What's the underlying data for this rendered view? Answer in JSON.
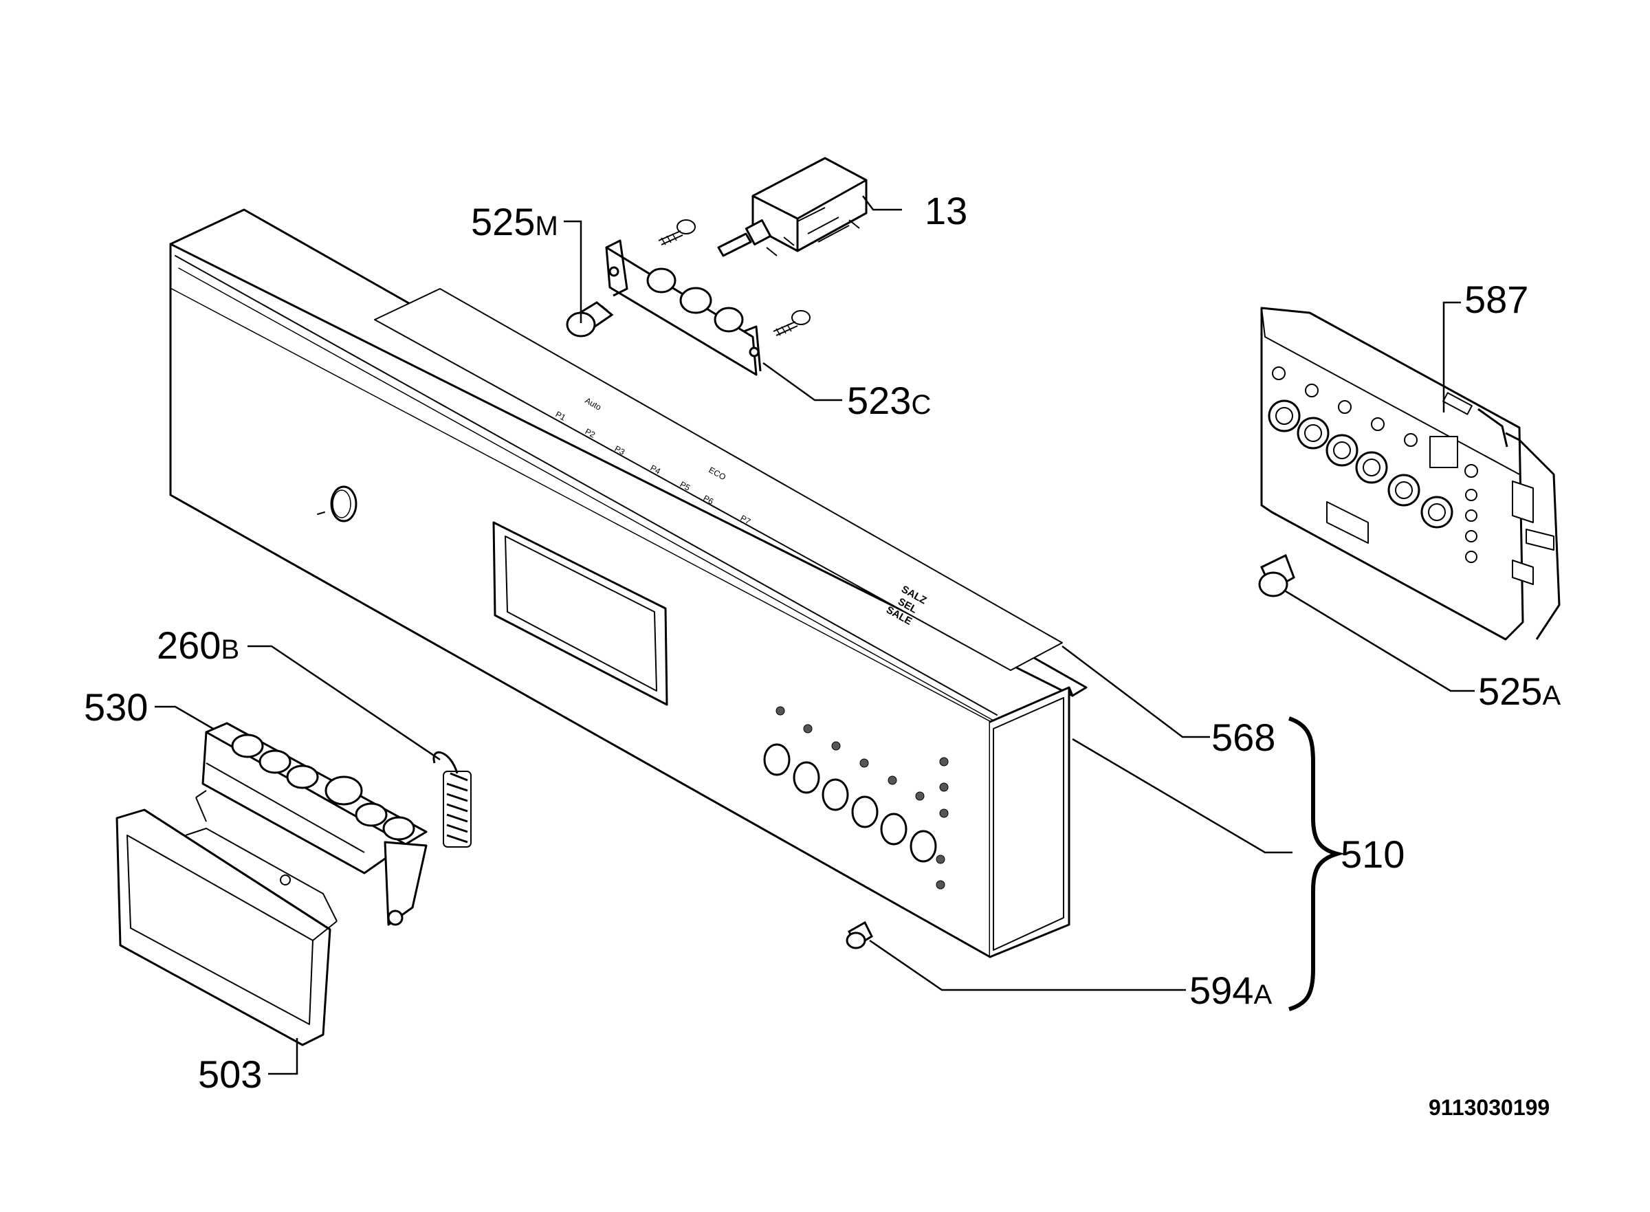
{
  "parts": [
    {
      "id": "525m",
      "main": "525",
      "suffix": "M"
    },
    {
      "id": "13",
      "main": "13",
      "suffix": ""
    },
    {
      "id": "523c",
      "main": "523",
      "suffix": "C"
    },
    {
      "id": "587",
      "main": "587",
      "suffix": ""
    },
    {
      "id": "525a",
      "main": "525",
      "suffix": "A"
    },
    {
      "id": "568",
      "main": "568",
      "suffix": ""
    },
    {
      "id": "510",
      "main": "510",
      "suffix": ""
    },
    {
      "id": "594a",
      "main": "594",
      "suffix": "A"
    },
    {
      "id": "260b",
      "main": "260",
      "suffix": "B"
    },
    {
      "id": "530",
      "main": "530",
      "suffix": ""
    },
    {
      "id": "503",
      "main": "503",
      "suffix": ""
    }
  ],
  "panel_labels": {
    "programs": [
      "P1",
      "P2",
      "P3",
      "P4",
      "P5",
      "P6",
      "P7"
    ],
    "auto": "Auto",
    "eco": "ECO",
    "salt": [
      "SALZ",
      "SEL",
      "SALE"
    ]
  },
  "doc_number": "9113030199"
}
